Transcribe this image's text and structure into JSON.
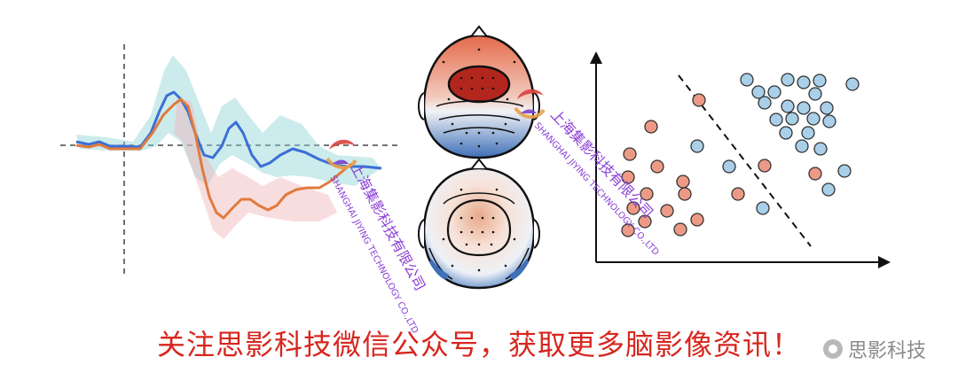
{
  "watermark": {
    "cn": "上海集影科技有限公司",
    "en": "SHANGHAI JIYING TECHNOLOGY CO.,LTD"
  },
  "caption": "关注思影科技微信公众号，获取更多脑影像资讯！",
  "brand": "思影科技",
  "colors": {
    "blue": "#3b6fd6",
    "orange": "#e07b3e",
    "caption_red": "#d7261e",
    "point_red": "#ec9a86",
    "point_blue": "#a9cfe9",
    "watermark_purple": "#8a3fd6"
  }
}
